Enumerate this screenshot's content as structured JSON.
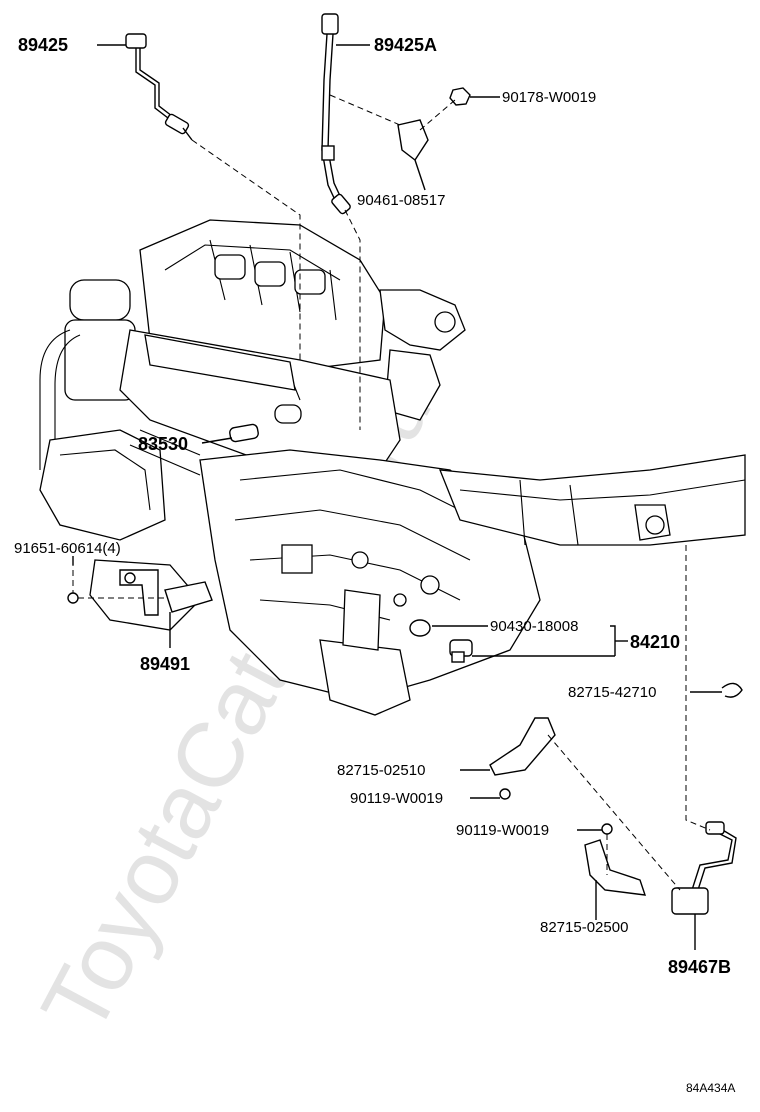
{
  "watermark": "ToyotaCatMine.ru",
  "figure_code": "84A434A",
  "labels": {
    "p89425": "89425",
    "p89425A": "89425A",
    "p90178": "90178-W0019",
    "p90461": "90461-08517",
    "p83530": "83530",
    "p91651": "91651-60614(4)",
    "p89491": "89491",
    "p90430": "90430-18008",
    "p84210": "84210",
    "p82715_42710": "82715-42710",
    "p82715_02510": "82715-02510",
    "p90119_a": "90119-W0019",
    "p90119_b": "90119-W0019",
    "p82715_02500": "82715-02500",
    "p89467B": "89467B"
  }
}
